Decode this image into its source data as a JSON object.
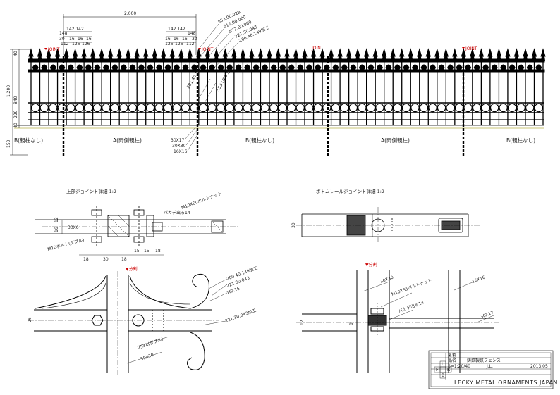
{
  "top_dims": {
    "overall": "2,000",
    "left_group_top": "142.142",
    "left_group_mid": "148",
    "left_group_sub": [
      "30",
      "16",
      "16",
      "16"
    ],
    "left_group_bot": [
      "112",
      "126",
      "126"
    ],
    "right_group_top": "142.142",
    "right_group_mid": "148",
    "right_group_sub": [
      "16",
      "16",
      "16",
      "30"
    ],
    "right_group_bot": [
      "126",
      "126",
      "112"
    ],
    "height_total": "1,200",
    "h_top": "40",
    "h_mid": "840",
    "h_lower": "220",
    "h_bottom": "40",
    "h_ground": "150"
  },
  "leaders": [
    "553.00.02B",
    "517.00.000",
    "572.00.000",
    "221.30.043",
    "200.40.149加工",
    "201.40.16C",
    "553 (ダブル)"
  ],
  "leaders_left": [
    "30X17",
    "30X30",
    "16X16"
  ],
  "joint_label": "JOINT",
  "sections": [
    "B(親柱なし)",
    "A(両側親柱)",
    "B(親柱なし)",
    "A(両側親柱)",
    "B(親柱なし)"
  ],
  "detail_left": {
    "title": "上部ジョイント詳細 1:2",
    "labels": [
      "M10X60ボルトナット",
      "パカデ出る14",
      "M10ボルト(ダブル)",
      "30X6"
    ],
    "dims_h": [
      "18",
      "30",
      "18",
      "15",
      "15",
      "18"
    ],
    "dims_v": [
      "16",
      "12"
    ],
    "split_label": "▼分割",
    "lower_labels": [
      "200.40.149加工",
      "221.30.043",
      "16X16",
      "221.30.043加工",
      "253X(ダブル)",
      "30X30"
    ],
    "lower_dim": "26"
  },
  "detail_right": {
    "title": "ボトムレールジョイント詳細 1:2",
    "dims_v": [
      "30"
    ],
    "split_label": "▼分割",
    "lower_labels": [
      "30X30",
      "M10X35ボルトナット",
      "パカデ出る14",
      "16X16",
      "30X17"
    ],
    "lower_dims": [
      "12",
      "8"
    ]
  },
  "title_block": {
    "row1": "名称",
    "row2_label": "品名",
    "row2_value": "鋳鉄製鉄フェンス",
    "row3": "S=1:20/40",
    "row3b": "J.L.",
    "row3c": "2013.05",
    "company": "LECKY METAL ORNAMENTS JAPAN",
    "marks": [
      "L",
      "F",
      "R",
      "B"
    ]
  }
}
